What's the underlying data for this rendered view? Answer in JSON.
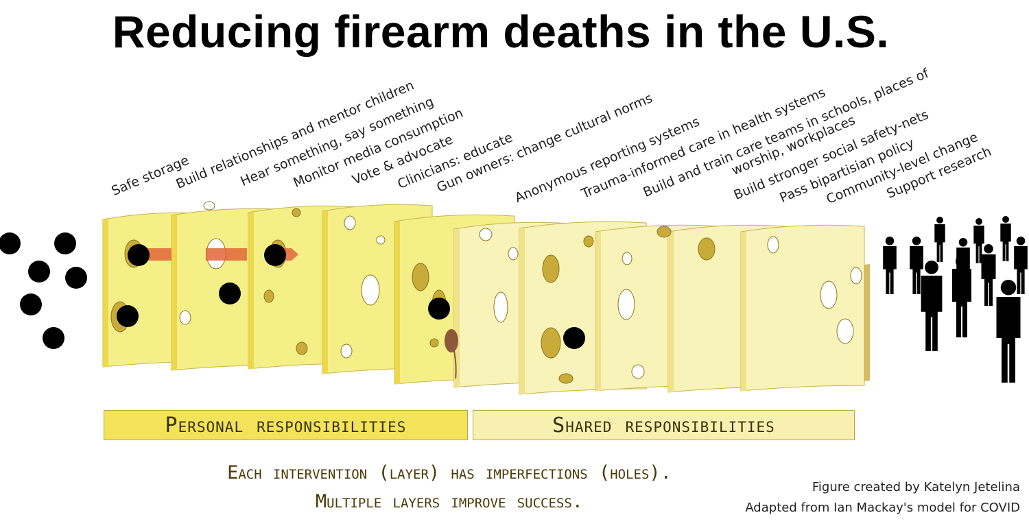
{
  "title": "Reducing firearm deaths in the U.S.",
  "layers": [
    {
      "label": "Safe storage",
      "group": "personal"
    },
    {
      "label": "Build relationships and mentor children",
      "group": "personal"
    },
    {
      "label": "Hear something, say something",
      "group": "personal"
    },
    {
      "label": "Monitor media consumption",
      "group": "personal"
    },
    {
      "label": "Vote & advocate",
      "group": "personal"
    },
    {
      "label": "Clinicians: educate",
      "group": "personal"
    },
    {
      "label": "Gun owners: change cultural norms",
      "group": "personal"
    },
    {
      "label": "Anonymous reporting systems",
      "group": "shared"
    },
    {
      "label": "Trauma-informed care in health systems",
      "group": "shared"
    },
    {
      "label": "Build and train care teams in schools, places of",
      "label_line2": "worship, workplaces",
      "group": "shared"
    },
    {
      "label": "Build stronger social safety-nets",
      "group": "shared"
    },
    {
      "label": "Pass bipartisian policy",
      "group": "shared"
    },
    {
      "label": "Community-level change",
      "group": "shared"
    },
    {
      "label": "Support research",
      "group": "shared"
    }
  ],
  "groups": {
    "personal": "Personal responsibilities",
    "shared": "Shared responsibilities"
  },
  "note": {
    "line1": "Each intervention (layer) has imperfections (holes).",
    "line2": "Multiple layers improve success."
  },
  "credits": {
    "line1": "Figure created by Katelyn Jetelina",
    "line2": "Adapted from Ian Mackay's model for COVID"
  },
  "colors": {
    "personal_fill": "#f5ef88",
    "shared_fill": "#f8f3b8",
    "personal_box": "#f2e35a",
    "shared_box": "#f7f0b0",
    "hole": "#c9ab3a",
    "arrow": "#e0663a"
  }
}
